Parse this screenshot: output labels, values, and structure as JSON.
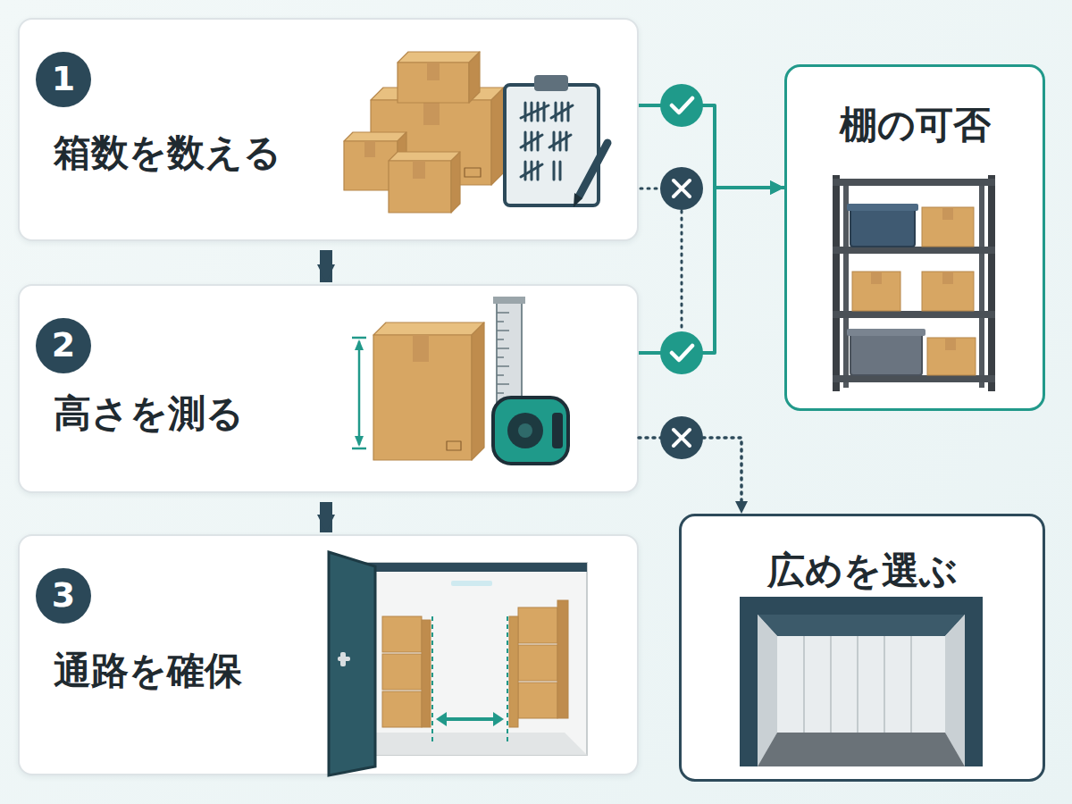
{
  "diagram": {
    "nodes": [
      {
        "text": [
          "箱数を数える"
        ]
      },
      {
        "text": [
          "1"
        ],
        "in": 0
      },
      {
        "text": [
          "高さを測る"
        ]
      },
      {
        "text": [
          "2"
        ],
        "in": 2
      },
      {
        "text": [
          "通路を確保"
        ]
      },
      {
        "text": [
          "3"
        ],
        "in": 4
      },
      {
        "text": [
          "棚の可否"
        ]
      },
      {
        "text": [
          "広めを選ぶ"
        ]
      }
    ],
    "edges": [
      {
        "from": 0,
        "to": 2,
        "arrow": "to"
      },
      {
        "from": 2,
        "to": 4,
        "arrow": "to"
      },
      {
        "from": 0,
        "to": 6,
        "arrow": "to"
      },
      {
        "from": 2,
        "to": 6,
        "arrow": "to"
      },
      {
        "from": 2,
        "to": 7,
        "arrow": "to"
      }
    ]
  }
}
